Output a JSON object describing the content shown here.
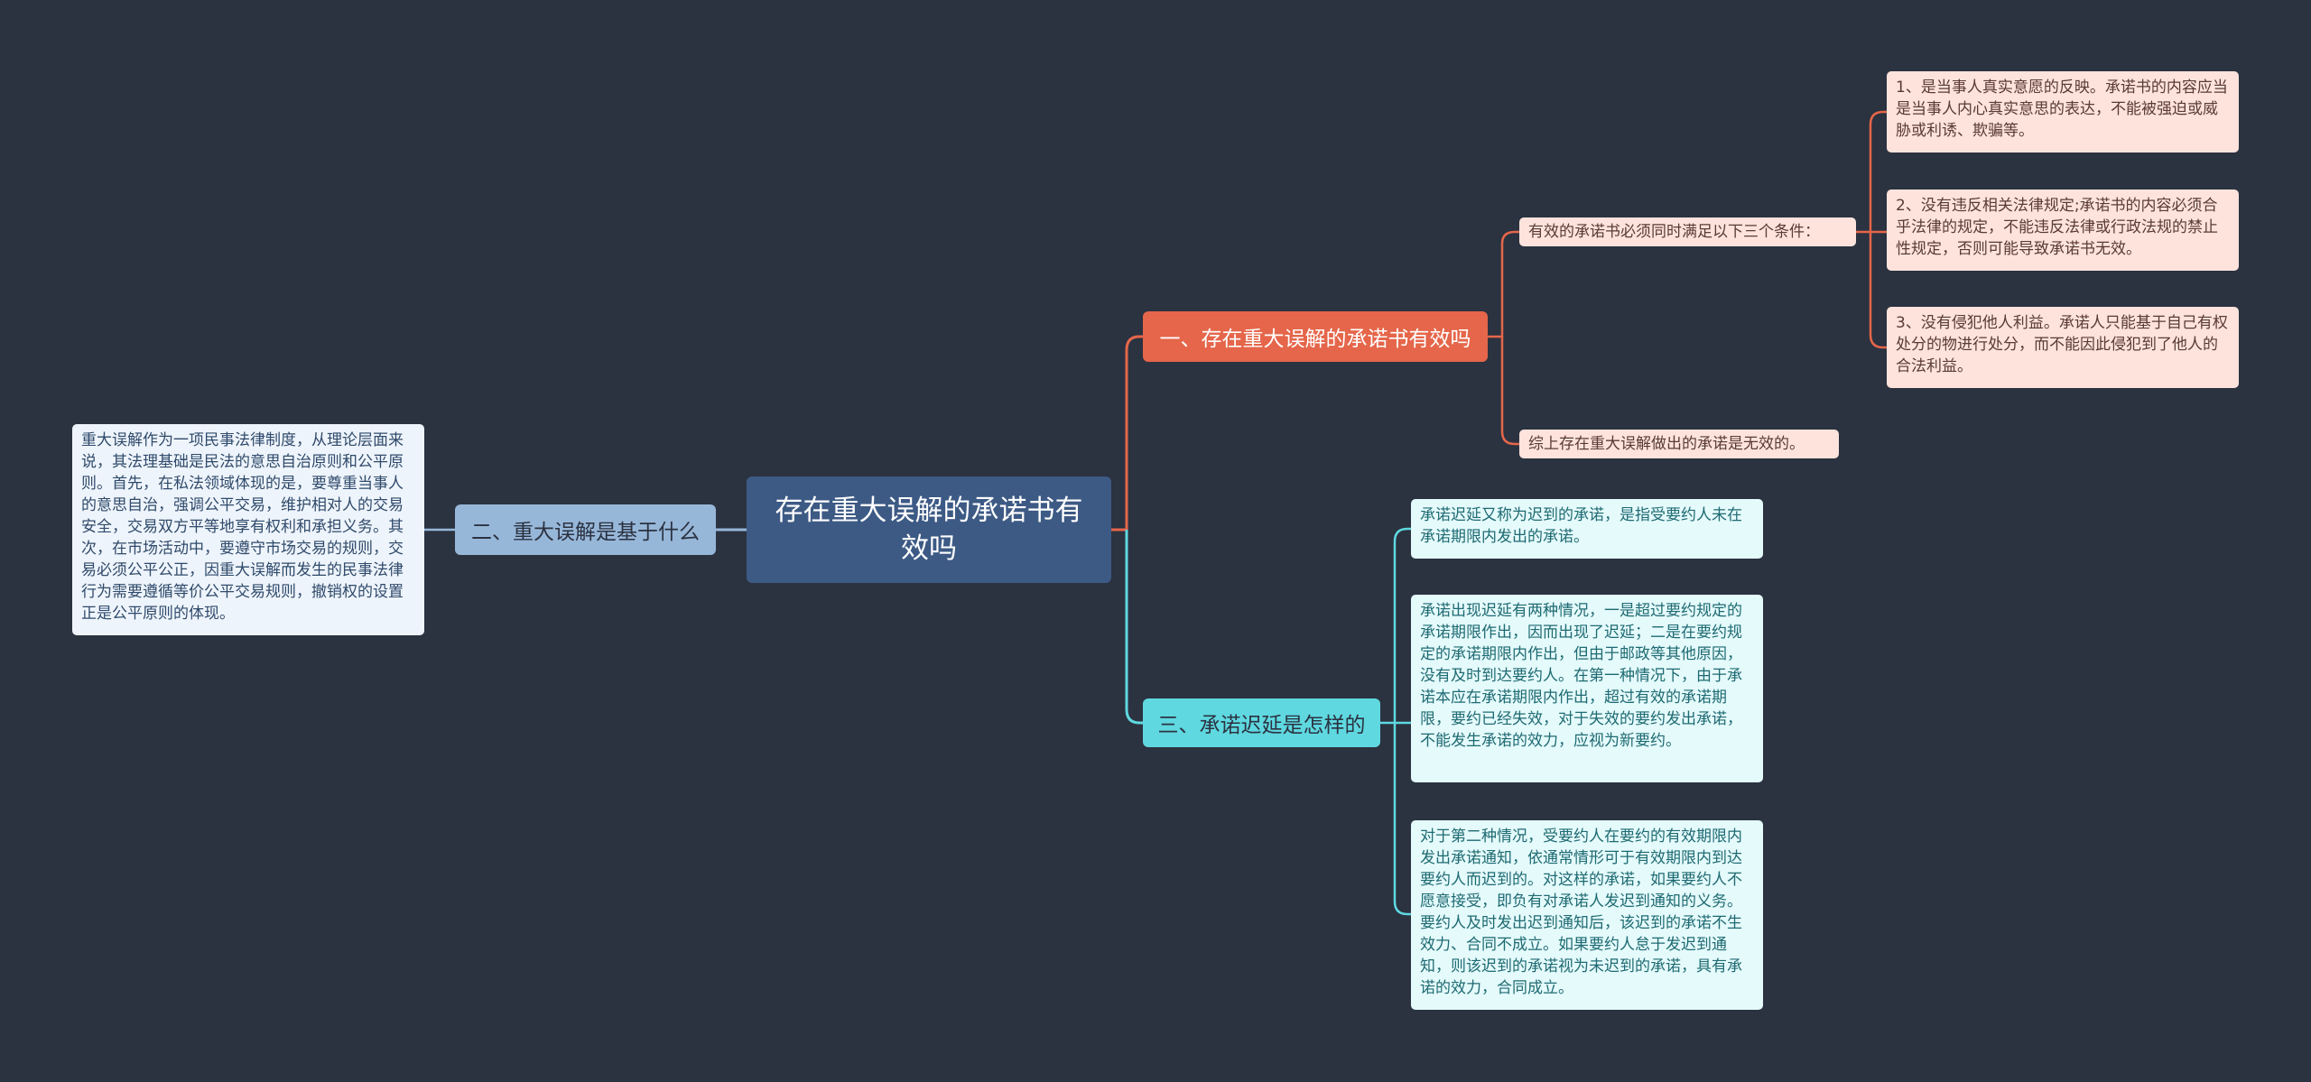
{
  "root": {
    "title": "存在重大误解的承诺书有效吗"
  },
  "branch1": {
    "title": "一、存在重大误解的承诺书有效吗",
    "sub1": {
      "title": "有效的承诺书必须同时满足以下三个条件：",
      "items": [
        "1、是当事人真实意愿的反映。承诺书的内容应当是当事人内心真实意思的表达，不能被强迫或威胁或利诱、欺骗等。",
        "2、没有违反相关法律规定;承诺书的内容必须合乎法律的规定，不能违反法律或行政法规的禁止性规定，否则可能导致承诺书无效。",
        "3、没有侵犯他人利益。承诺人只能基于自己有权处分的物进行处分，而不能因此侵犯到了他人的合法利益。"
      ]
    },
    "sub2": "综上存在重大误解做出的承诺是无效的。"
  },
  "branch2": {
    "title": "二、重大误解是基于什么",
    "detail": "重大误解作为一项民事法律制度，从理论层面来说，其法理基础是民法的意思自治原则和公平原则。首先，在私法领域体现的是，要尊重当事人的意思自治，强调公平交易，维护相对人的交易安全，交易双方平等地享有权利和承担义务。其次，在市场活动中，要遵守市场交易的规则，交易必须公平公正，因重大误解而发生的民事法律行为需要遵循等价公平交易规则，撤销权的设置正是公平原则的体现。"
  },
  "branch3": {
    "title": "三、承诺迟延是怎样的",
    "items": [
      "承诺迟延又称为迟到的承诺，是指受要约人未在承诺期限内发出的承诺。",
      "承诺出现迟延有两种情况，一是超过要约规定的承诺期限作出，因而出现了迟延；二是在要约规定的承诺期限内作出，但由于邮政等其他原因，没有及时到达要约人。在第一种情况下，由于承诺本应在承诺期限内作出，超过有效的承诺期限，要约已经失效，对于失效的要约发出承诺，不能发生承诺的效力，应视为新要约。",
      "对于第二种情况，受要约人在要约的有效期限内发出承诺通知，依通常情形可于有效期限内到达要约人而迟到的。对这样的承诺，如果要约人不愿意接受，即负有对承诺人发迟到通知的义务。要约人及时发出迟到通知后，该迟到的承诺不生效力、合同不成立。如果要约人怠于发迟到通知，则该迟到的承诺视为未迟到的承诺，具有承诺的效力，合同成立。"
    ]
  },
  "colors": {
    "background": "#2b3240",
    "root": "#3d5a85",
    "branch1": "#e5664a",
    "branch2": "#97b7d9",
    "branch3": "#5fd8e0"
  }
}
